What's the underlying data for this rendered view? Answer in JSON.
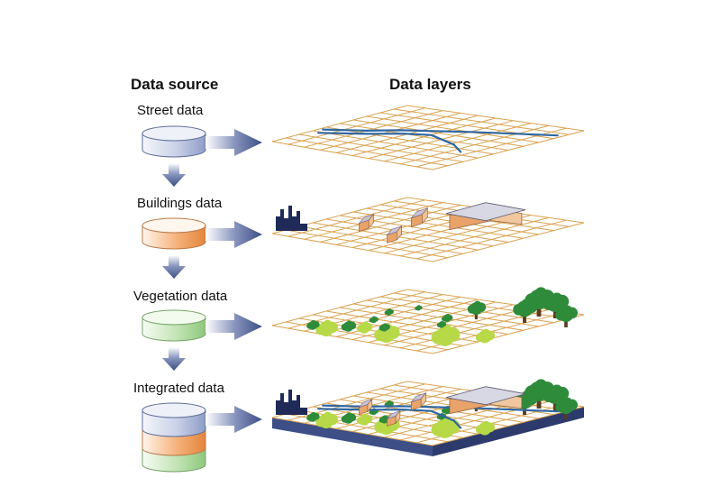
{
  "headings": {
    "source": "Data source",
    "layers": "Data layers"
  },
  "sources": [
    {
      "label": "Street data",
      "color": "#c9d1e8"
    },
    {
      "label": "Buildings data",
      "color": "#f2a868"
    },
    {
      "label": "Vegetation data",
      "color": "#b7dca8"
    },
    {
      "label": "Integrated data",
      "color": "#c9d1e8"
    }
  ],
  "colors": {
    "arrow": "#3d4f86",
    "grid": "#d9a352",
    "street": "#2e67a3",
    "vegetation_dark": "#2e8b3a",
    "vegetation_light": "#b7d948",
    "base": "#3d4f86",
    "roof": "#d8d8e4",
    "wall": "#e8a36a"
  }
}
